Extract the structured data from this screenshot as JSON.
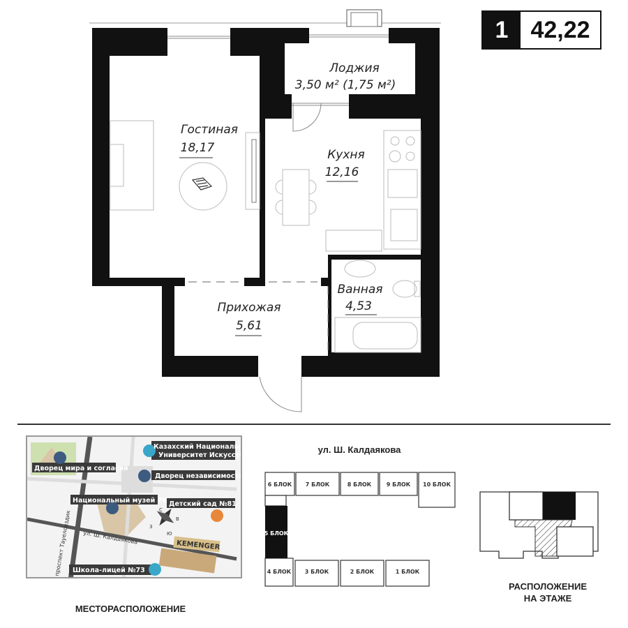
{
  "badge": {
    "rooms": "1",
    "area": "42,22"
  },
  "rooms": [
    {
      "name": "Лоджия",
      "area": "3,50 м² (1,75 м²)"
    },
    {
      "name": "Гостиная",
      "area": "18,17"
    },
    {
      "name": "Кухня",
      "area": "12,16"
    },
    {
      "name": "Ванная",
      "area": "4,53"
    },
    {
      "name": "Прихожая",
      "area": "5,61"
    }
  ],
  "map": {
    "caption": "МЕСТОРАСПОЛОЖЕНИЕ",
    "places": [
      "Казахский Национальный",
      "Университет Искусств",
      "Дворец мира и согласия",
      "Дворец независимости",
      "Национальный музей РК",
      "Детский сад №81",
      "Школа-лицей №73"
    ],
    "street": "ул. Ш. Калдаякова",
    "avenue": "проспект Тауелсиздик",
    "complex": "KEMENGER",
    "compass": {
      "n": "С",
      "e": "В",
      "s": "Ю",
      "w": "З"
    },
    "colors": {
      "label_bg": "#3a3a3a",
      "icon_blue": "#3d5a80",
      "icon_teal": "#3aa6c8",
      "icon_orange": "#e8873a",
      "complex": "#c9a87a"
    }
  },
  "site_plan": {
    "street": "ул. Ш. Калдаякова",
    "blocks": [
      "1 БЛОК",
      "2 БЛОК",
      "3 БЛОК",
      "4 БЛОК",
      "5 БЛОК",
      "6 БЛОК",
      "7 БЛОК",
      "8 БЛОК",
      "9 БЛОК",
      "10 БЛОК"
    ],
    "highlighted": "5 БЛОК"
  },
  "floor_position": {
    "caption_line1": "РАСПОЛОЖЕНИЕ",
    "caption_line2": "НА ЭТАЖЕ"
  }
}
